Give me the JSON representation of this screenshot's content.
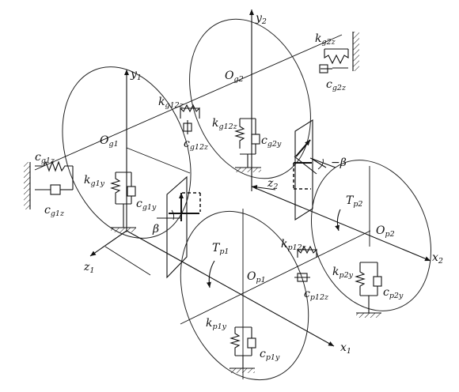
{
  "labels": {
    "y1": "y",
    "y1_sub": "1",
    "y2": "y",
    "y2_sub": "2",
    "z1": "z",
    "z1_sub": "1",
    "z2": "z",
    "z2_sub": "2",
    "x1": "x",
    "x1_sub": "1",
    "x2": "x",
    "x2_sub": "2",
    "og1": "O",
    "og1_sub": "g1",
    "og2": "O",
    "og2_sub": "g2",
    "op1": "O",
    "op1_sub": "p1",
    "op2": "O",
    "op2_sub": "p2",
    "tp1": "T",
    "tp1_sub": "p1",
    "tp2": "T",
    "tp2_sub": "p2",
    "kg2z": "k",
    "kg2z_sub": "g2z",
    "cg2z": "c",
    "cg2z_sub": "g2z",
    "kg12z": "k",
    "kg12z_sub": "g12z",
    "cg12z": "c",
    "cg12z_sub": "g12z",
    "kg12z_b": "k",
    "kg12z_b_sub": "g12z",
    "cg2y": "c",
    "cg2y_sub": "g2y",
    "cg1z_top": "c",
    "cg1z_top_sub": "g1z",
    "cg1z_bot": "c",
    "cg1z_bot_sub": "g1z",
    "kg1y": "k",
    "kg1y_sub": "g1y",
    "cg1y": "c",
    "cg1y_sub": "g1y",
    "kp12z": "k",
    "kp12z_sub": "p12z",
    "cp12z": "c",
    "cp12z_sub": "p12z",
    "kp2y": "k",
    "kp2y_sub": "p2y",
    "cp2y": "c",
    "cp2y_sub": "p2y",
    "kp1y": "k",
    "kp1y_sub": "p1y",
    "cp1y": "c",
    "cp1y_sub": "p1y",
    "beta_left": "β",
    "beta_right": "−β"
  }
}
